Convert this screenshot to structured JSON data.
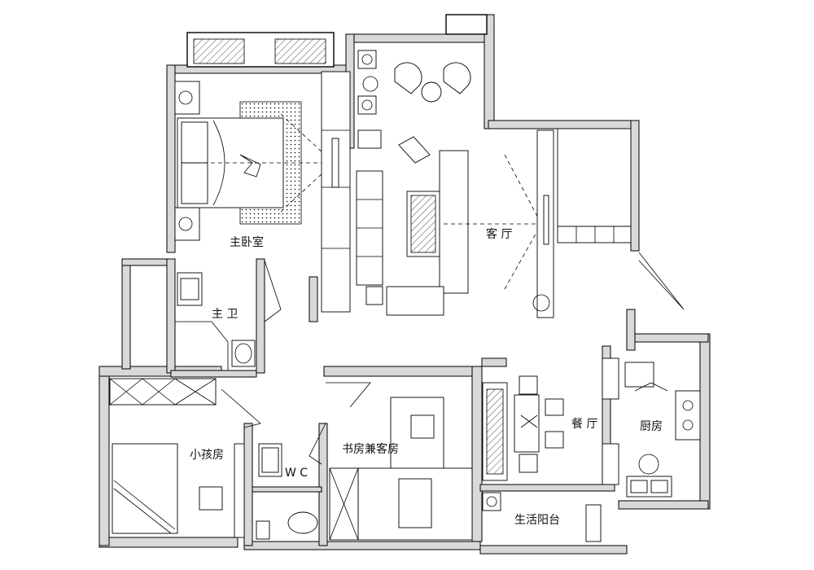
{
  "rooms": {
    "master_bedroom": "主卧室",
    "living_room": "客 厅",
    "master_bath": "主 卫",
    "child_room": "小孩房",
    "wc": "W C",
    "study_guest": "书房兼客房",
    "dining": "餐 厅",
    "kitchen": "厨房",
    "utility_balcony": "生活阳台"
  },
  "colors": {
    "line": "#000000",
    "wall_fill": "#d9d9d9",
    "background": "#ffffff"
  }
}
